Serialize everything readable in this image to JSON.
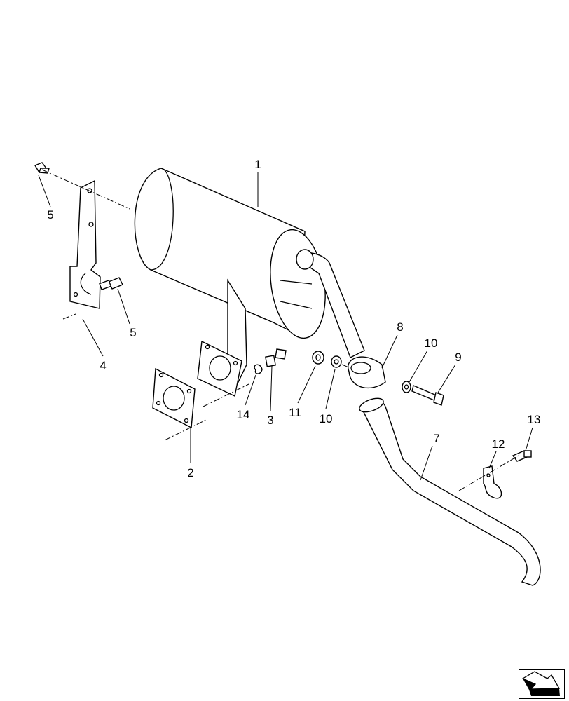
{
  "diagram": {
    "callouts": {
      "c1": "1",
      "c2": "2",
      "c3": "3",
      "c4": "4",
      "c5a": "5",
      "c5b": "5",
      "c7": "7",
      "c8": "8",
      "c9": "9",
      "c10a": "10",
      "c10b": "10",
      "c11": "11",
      "c12": "12",
      "c13": "13",
      "c14": "14"
    },
    "nav_icon": "next-page-arrow-icon"
  }
}
